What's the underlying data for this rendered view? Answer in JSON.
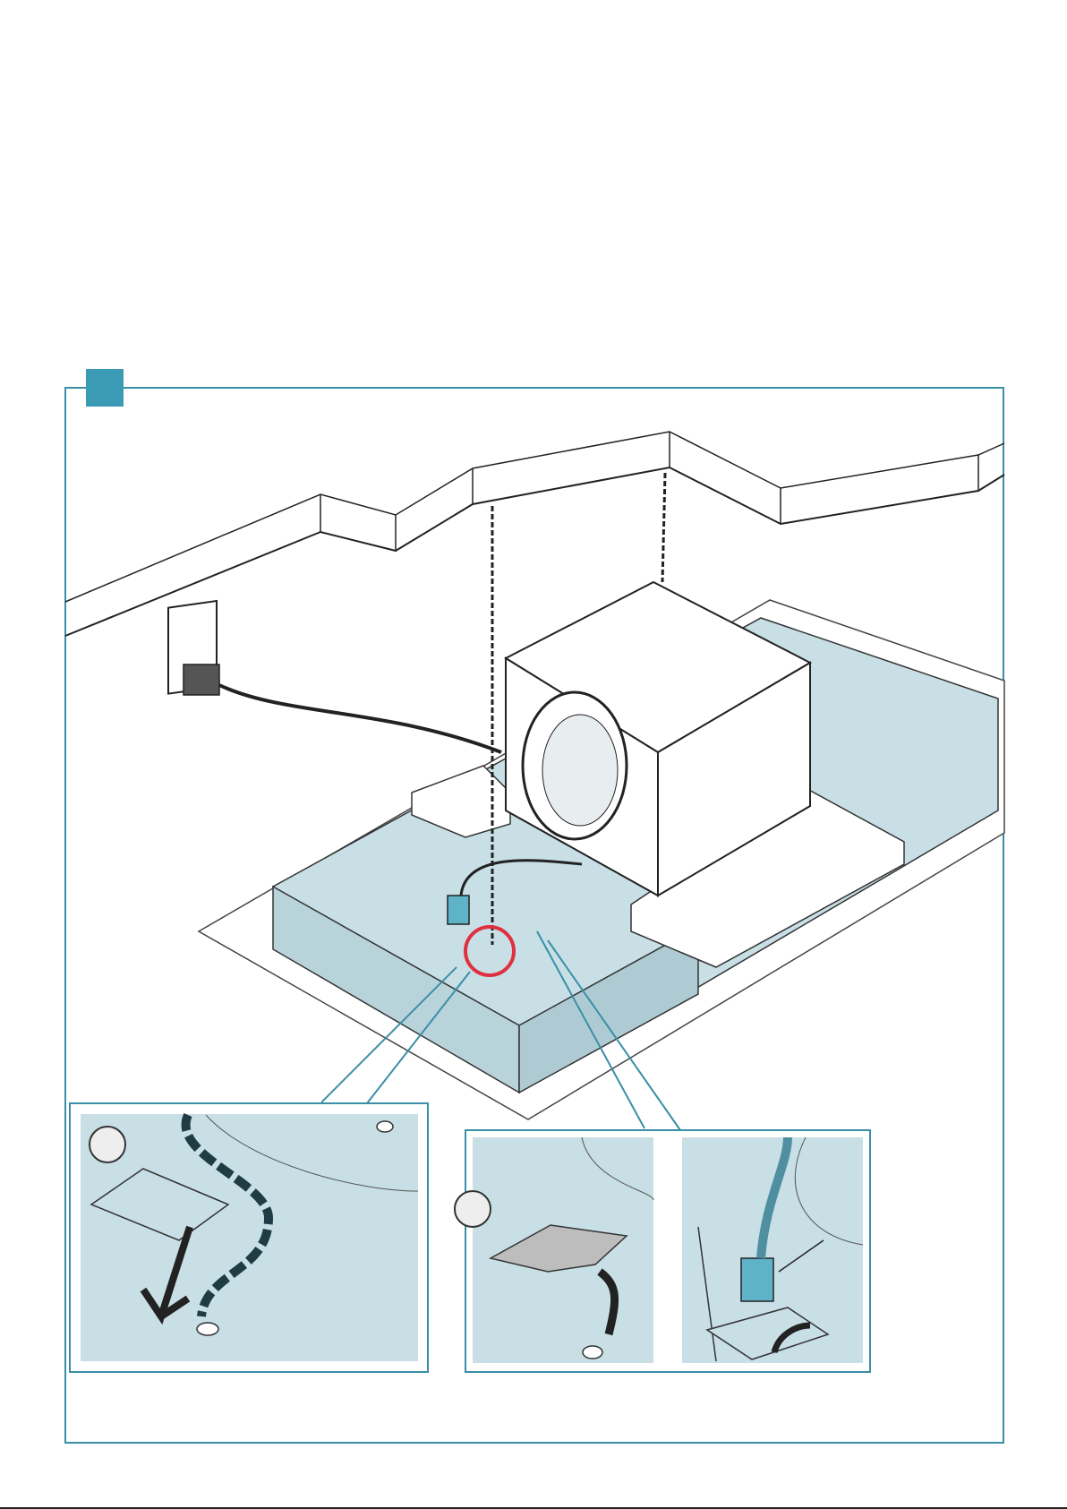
{
  "step": {
    "marker_label": ""
  },
  "colors": {
    "frame": "#3a8fa6",
    "marker": "#3b9bb4",
    "panel": "#c8dfe6",
    "highlight_circle": "#e03040",
    "connector": "#5fb3c9"
  },
  "callouts": [
    {
      "id": "a",
      "badge": ""
    },
    {
      "id": "b",
      "badge": ""
    },
    {
      "id": "c",
      "badge": ""
    }
  ],
  "footer": {
    "page_ref": ""
  }
}
